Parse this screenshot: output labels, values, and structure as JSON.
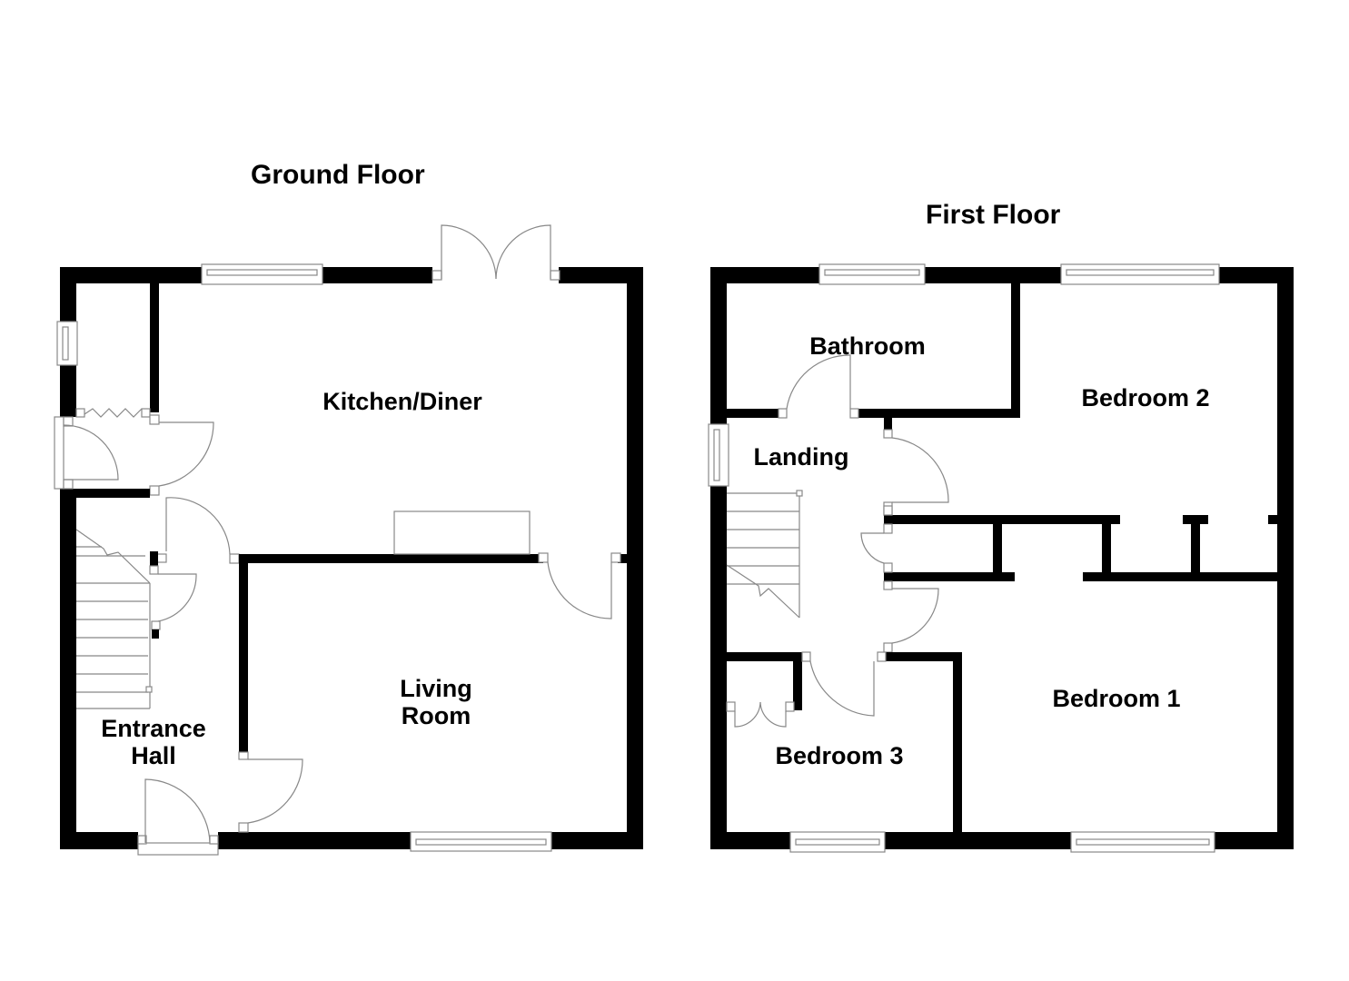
{
  "plan": {
    "ground_floor": {
      "title": "Ground Floor",
      "rooms": {
        "kitchen_diner": "Kitchen/Diner",
        "living_room": "Living\nRoom",
        "entrance_hall": "Entrance\nHall"
      }
    },
    "first_floor": {
      "title": "First Floor",
      "rooms": {
        "bathroom": "Bathroom",
        "landing": "Landing",
        "bedroom_2": "Bedroom 2",
        "bedroom_1": "Bedroom 1",
        "bedroom_3": "Bedroom 3"
      }
    },
    "colors": {
      "wall": "#000000",
      "fixture_line": "#888888",
      "background": "#ffffff"
    }
  }
}
